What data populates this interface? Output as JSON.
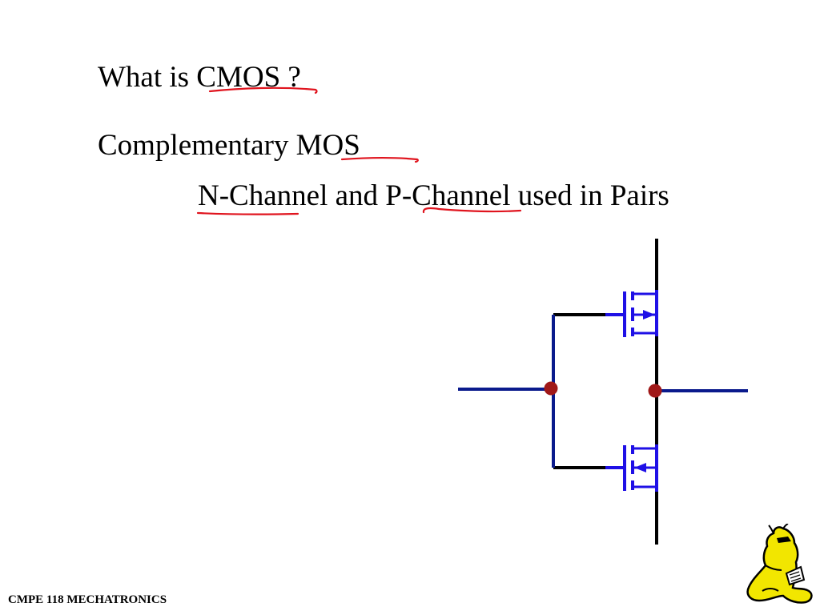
{
  "slide": {
    "title_text": "What is CMOS ?",
    "subtitle_text": "Complementary MOS",
    "detail_text": "N-Channel and P-Channel used in Pairs",
    "footer_text": "CMPE 118 MECHATRONICS"
  },
  "annotations": {
    "ink_color": "#e0141e",
    "underlined_terms": [
      "CMOS",
      "MOS",
      "N-Channel",
      "P-Channel"
    ]
  },
  "circuit": {
    "type": "CMOS inverter",
    "rail_color": "#000000",
    "wire_color": "#0a1a8c",
    "device_color": "#1f10e6",
    "node_color": "#a01818",
    "transistors": [
      "p-channel (top)",
      "n-channel (bottom)"
    ]
  },
  "mascot": {
    "icon": "banana-slug-icon",
    "body_color": "#f2e600",
    "outline_color": "#000000"
  }
}
